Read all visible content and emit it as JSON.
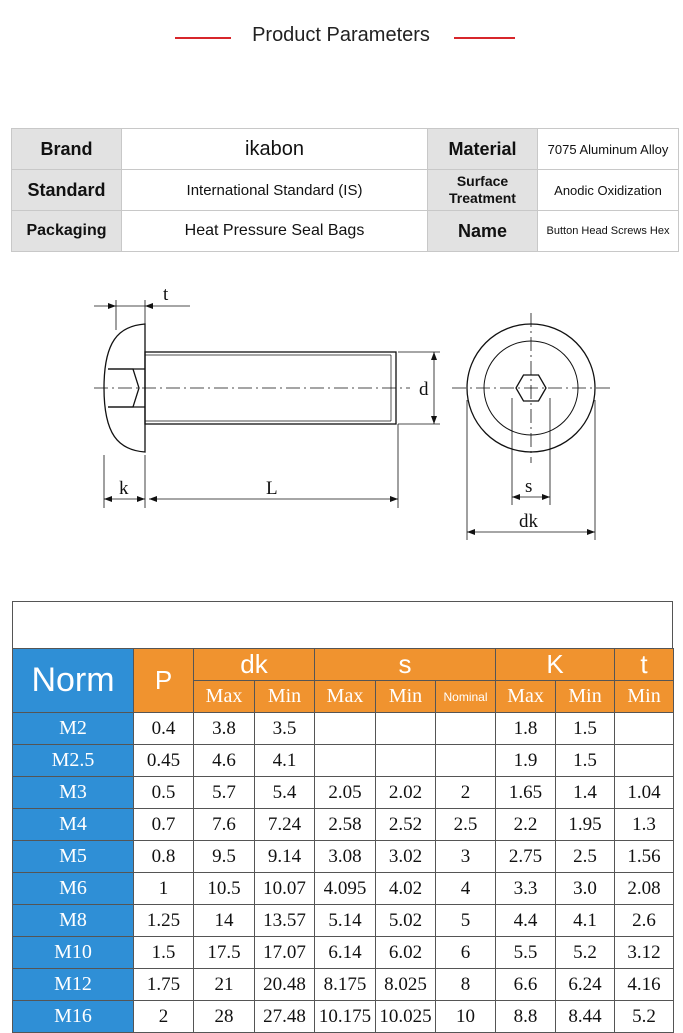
{
  "header": {
    "title": "Product Parameters"
  },
  "params": [
    {
      "label": "Brand",
      "value": "ikabon",
      "label2": "Material",
      "value2": "7075 Aluminum Alloy"
    },
    {
      "label": "Standard",
      "value": "International Standard (IS)",
      "label2a": "Surface",
      "label2b": "Treatment",
      "value2": "Anodic Oxidization"
    },
    {
      "label": "Packaging",
      "value": "Heat Pressure Seal Bags",
      "label2": "Name",
      "value2": "Button Head Screws Hex"
    }
  ],
  "drawing": {
    "t": "t",
    "d": "d",
    "k": "k",
    "L": "L",
    "s": "s",
    "dk": "dk"
  },
  "spec_table": {
    "headers": {
      "norm": "Norm",
      "p": "P",
      "dk": "dk",
      "s": "s",
      "k": "K",
      "t": "t"
    },
    "subheaders": [
      "Max",
      "Min",
      "Max",
      "Min",
      "Nominal",
      "Max",
      "Min",
      "Min"
    ],
    "rows": [
      [
        "M2",
        "0.4",
        "3.8",
        "3.5",
        "",
        "",
        "",
        "1.8",
        "1.5",
        ""
      ],
      [
        "M2.5",
        "0.45",
        "4.6",
        "4.1",
        "",
        "",
        "",
        "1.9",
        "1.5",
        ""
      ],
      [
        "M3",
        "0.5",
        "5.7",
        "5.4",
        "2.05",
        "2.02",
        "2",
        "1.65",
        "1.4",
        "1.04"
      ],
      [
        "M4",
        "0.7",
        "7.6",
        "7.24",
        "2.58",
        "2.52",
        "2.5",
        "2.2",
        "1.95",
        "1.3"
      ],
      [
        "M5",
        "0.8",
        "9.5",
        "9.14",
        "3.08",
        "3.02",
        "3",
        "2.75",
        "2.5",
        "1.56"
      ],
      [
        "M6",
        "1",
        "10.5",
        "10.07",
        "4.095",
        "4.02",
        "4",
        "3.3",
        "3.0",
        "2.08"
      ],
      [
        "M8",
        "1.25",
        "14",
        "13.57",
        "5.14",
        "5.02",
        "5",
        "4.4",
        "4.1",
        "2.6"
      ],
      [
        "M10",
        "1.5",
        "17.5",
        "17.07",
        "6.14",
        "6.02",
        "6",
        "5.5",
        "5.2",
        "3.12"
      ],
      [
        "M12",
        "1.75",
        "21",
        "20.48",
        "8.175",
        "8.025",
        "8",
        "6.6",
        "6.24",
        "4.16"
      ],
      [
        "M16",
        "2",
        "28",
        "27.48",
        "10.175",
        "10.025",
        "10",
        "8.8",
        "8.44",
        "5.2"
      ]
    ]
  },
  "colors": {
    "accent_line": "#d7262b",
    "norm_blue": "#2f8fd6",
    "header_orange": "#f0932f",
    "label_gray": "#e2e2e2"
  }
}
